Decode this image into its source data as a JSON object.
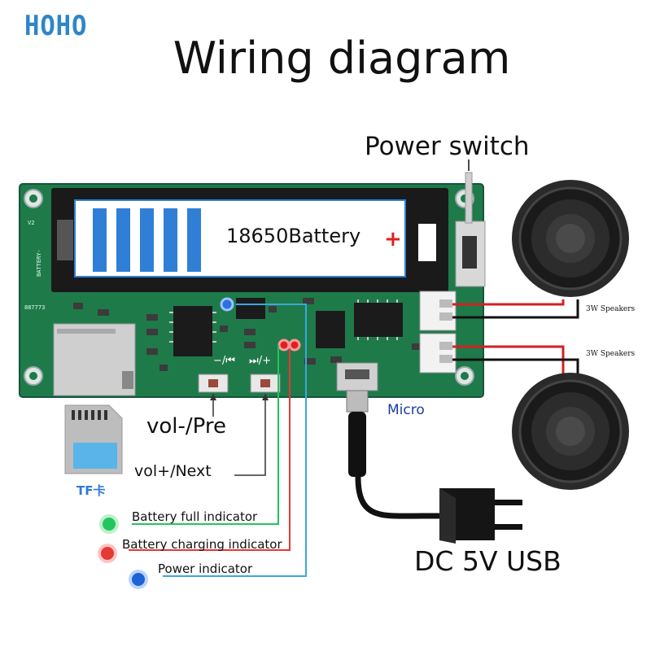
{
  "brand": "HOHO",
  "title": "Wiring diagram",
  "labels": {
    "power_switch": "Power switch",
    "battery": "18650Battery",
    "battery_plus": "+",
    "button_minus": "−/⏮",
    "button_next": "⏭/+",
    "micro": "Micro",
    "vol_pre": "vol-/Pre",
    "vol_next": "vol+/Next",
    "tf_card": "TF卡",
    "speaker_top": "3W Speakers",
    "speaker_bottom": "3W Speakers",
    "dc_usb": "DC 5V USB"
  },
  "board_silk": {
    "battery_minus": "BATTERY-",
    "version": "V2",
    "part_no": "887773"
  },
  "indicators": [
    {
      "label": "Battery full indicator",
      "color": "#22c55e"
    },
    {
      "label": "Battery charging indicator",
      "color": "#e53935"
    },
    {
      "label": "Power indicator",
      "color": "#1e63d6"
    }
  ],
  "colors": {
    "pcb": "#1f7a4a",
    "battery_bars": "#2f7fd6",
    "title_brand": "#2e86c9",
    "wire_red": "#d32020",
    "wire_black": "#111111"
  }
}
